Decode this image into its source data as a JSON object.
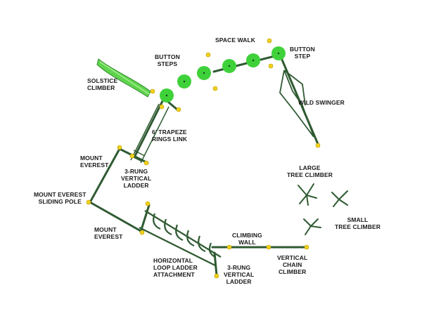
{
  "colors": {
    "frame": "#2f5a32",
    "frame_dark": "#1f4022",
    "accent_green": "#3fd13a",
    "accent_green_light": "#7be26b",
    "cap_yellow": "#f2d21a",
    "label_text": "#1a1a1a",
    "background": "#ffffff"
  },
  "labels": {
    "space_walk": "SPACE WALK",
    "button_step": [
      "BUTTON",
      "STEP"
    ],
    "button_steps": [
      "BUTTON",
      "STEPS"
    ],
    "solstice_climber": [
      "SOLSTICE",
      "CLIMBER"
    ],
    "wild_swinger": "WILD SWINGER",
    "trapeze_rings_link": [
      "6’ TRAPEZE",
      "RINGS LINK"
    ],
    "mount_everest_top": [
      "MOUNT",
      "EVEREST"
    ],
    "three_rung_vertical_ladder_top": [
      "3-RUNG",
      "VERTICAL",
      "LADDER"
    ],
    "large_tree_climber": [
      "LARGE",
      "TREE CLIMBER"
    ],
    "mount_everest_sliding_pole": [
      "MOUNT EVEREST",
      "SLIDING POLE"
    ],
    "small_tree_climber": [
      "SMALL",
      "TREE CLIMBER"
    ],
    "mount_everest_bottom": [
      "MOUNT",
      "EVEREST"
    ],
    "climbing_wall": [
      "CLIMBING",
      "WALL"
    ],
    "horizontal_loop_ladder": [
      "HORIZONTAL",
      "LOOP LADDER",
      "ATTACHMENT"
    ],
    "three_rung_vertical_ladder_bottom": [
      "3-RUNG",
      "VERTICAL",
      "LADDER"
    ],
    "vertical_chain_climber": [
      "VERTICAL",
      "CHAIN",
      "CLIMBER"
    ]
  }
}
